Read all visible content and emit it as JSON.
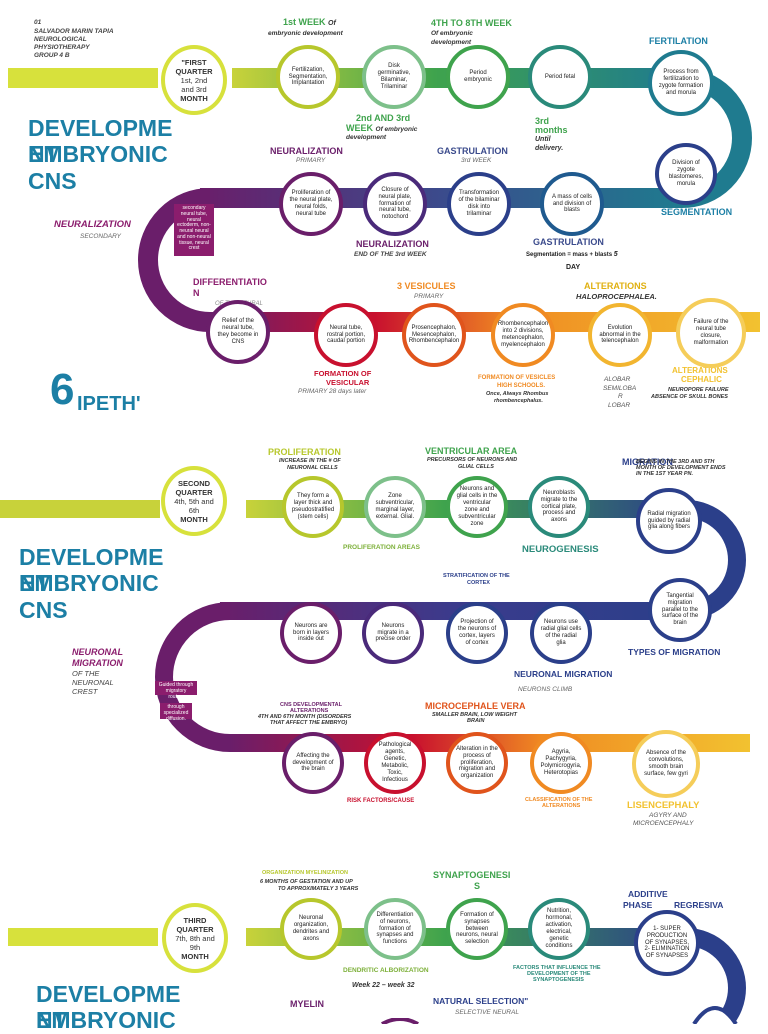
{
  "header": {
    "line1": "01",
    "line2": "SALVADOR MARIN TAPIA",
    "line3": "NEUROLOGICAL",
    "line4": "PHYSIOTHERAPY",
    "line5": "GROUP 4 B"
  },
  "colors": {
    "lime": "#b7c72c",
    "green": "#3fa34d",
    "teal": "#1f7b8f",
    "purple": "#6a1e6a",
    "magenta": "#8b1d6d",
    "red": "#c8102e",
    "orange": "#f08a22",
    "yellow": "#f2c230",
    "blue_title": "#1c7fa5"
  },
  "section1": {
    "title_a": "DEVELOPME",
    "title_b": "NT",
    "title_c": "EMBRYONIC",
    "title_d": "CNS",
    "quarter_l1": "\"FIRST",
    "quarter_l2": "QUARTER",
    "quarter_l3": "1st, 2nd",
    "quarter_l4": "and 3rd",
    "quarter_l5": "MONTH",
    "week1_title": "1st WEEK",
    "week1_suffix": "Of",
    "week1_sub": "embryonic development",
    "week48_title": "4TH TO 8TH WEEK",
    "week48_sub1": "Of embryonic",
    "week48_sub2": "development",
    "fert_label": "FERTILATION",
    "wk23_title1": "2nd AND 3rd",
    "wk23_title2": "WEEK",
    "wk23_sub1": "Of embryonic",
    "wk23_sub2": "development",
    "m3_title1": "3rd",
    "m3_title2": "months",
    "m3_sub1": "Until",
    "m3_sub2": "delivery.",
    "neur_primary": "NEURALIZATION",
    "neur_primary_sub": "PRIMARY",
    "gastr_title": "GASTRULATION",
    "gastr_sub": "3rd WEEK",
    "segm_label": "SEGMENTATION",
    "neur_secondary": "NEURALIZATION",
    "neur_secondary_sub": "SECONDARY",
    "neur_end": "NEURALIZATION",
    "neur_end_sub": "END OF THE 3rd WEEK",
    "gastr2_title": "GASTRULATION",
    "gastr2_sub": "Segmentation = mass + blasts",
    "gastr2_num": "5",
    "gastr2_day": "DAY",
    "sec_box": "secondary neural tube, neural ectoderm, non-neural neural and non-neural tissue, neural crest",
    "diff_title1": "DIFFERENTIATIO",
    "diff_title2": "N",
    "diff_sub": "OF THE NEURAL",
    "ves3_title": "3 VESICULES",
    "ves3_sub": "PRIMARY",
    "alt_title": "ALTERATIONS",
    "alt_sub": "HALOPROCEPHALEA.",
    "form_ves1": "FORMATION OF",
    "form_ves2": "VESICULAR",
    "form_ves3": "PRIMARY 28 days later",
    "form_high1": "FORMATION OF VESICLES",
    "form_high2": "HIGH SCHOOLS.",
    "form_high3": "Once, Always Rhombus",
    "form_high4": "rhombencephalus.",
    "alobar1": "ALOBAR",
    "alobar2": "SEMILOBA",
    "alobar3": "R",
    "alobar4": "LOBAR",
    "altc1": "ALTERATIONS",
    "altc2": "CEPHALIC",
    "altc3": "NEUROPORE FAILURE",
    "altc4": "ABSENCE OF SKULL BONES",
    "six": "6",
    "ipeth": "IPETH'",
    "n1": "Fertilization, Segmentation, Implantation",
    "n2": "Disk germinative, Bilaminar, Trilaminar",
    "n3": "Period embryonic",
    "n4": "Period fetal",
    "n5": "Process from fertilization to zygote formation and morula",
    "n6": "Division of zygote blastomeres, morula",
    "n7": "Proliferation of the neural plate, neural folds, neural tube",
    "n8": "Closure of neural plate, formation of neural tube, notochord",
    "n9": "Transformation of the bilaminar disk into trilaminar",
    "n10": "A mass of cells and division of blasts",
    "n11": "Relief of the neural tube, they become in CNS",
    "n12": "Neural tube, rostral portion, caudal portion",
    "n13": "Prosencephalon, Mesencephalon, Rhombencephalon",
    "n14": "Rhombencephalon into 2 divisions, metencephalon, myelencephalon",
    "n15": "Evolution abnormal in the telencephalon",
    "n16": "Failure of the neural tube closure, malformation"
  },
  "section2": {
    "title_a": "DEVELOPME",
    "title_b": "NT",
    "title_c": "EMBRYONIC",
    "title_d": "CNS",
    "quarter_l1": "SECOND",
    "quarter_l2": "QUARTER",
    "quarter_l3": "4th, 5th and",
    "quarter_l4": "6th",
    "quarter_l5": "MONTH",
    "prolif_title": "PROLIFERATION",
    "prolif_sub1": "INCREASE IN THE # OF",
    "prolif_sub2": "NEURONAL CELLS",
    "vent_title": "VENTRICULAR AREA",
    "vent_sub1": "PRECURSORS OF NEURONS AND",
    "vent_sub2": "GLIAL CELLS",
    "migr_title": "MIGRATION",
    "migr_sub": "BEGINS IN THE 3RD AND 5TH MONTH OF DEVELOPMENT ENDS IN THE 1ST YEAR PN.",
    "prolif_areas": "PROLIFERATION AREAS",
    "neurogenesis": "NEUROGENESIS",
    "strat1": "STRATIFICATION OF THE",
    "strat2": "CORTEX",
    "types_migr": "TYPES OF MIGRATION",
    "neuronal_migr": "NEURONAL MIGRATION",
    "neurons_climb": "NEURONS CLIMB",
    "nm1": "NEURONAL",
    "nm2": "MIGRATION",
    "nm3": "OF THE",
    "nm4": "NEURONAL",
    "nm5": "CREST",
    "box1": "Guided through migratory routes.",
    "box2": "through specialized diffusion.",
    "cns_alt1": "CNS DEVELOPMENTAL",
    "cns_alt2": "ALTERATIONS",
    "cns_alt3": "4TH AND 6TH MONTH (DISORDERS",
    "cns_alt4": "THAT AFFECT THE EMBRYO)",
    "micro_title": "MICROCEPHALE VERA",
    "micro_sub1": "SMALLER BRAIN, LOW WEIGHT",
    "micro_sub2": "BRAIN",
    "risk": "RISK FACTORS/CAUSE",
    "class1": "CLASSIFICATION OF THE",
    "class2": "ALTERATIONS",
    "lis_title": "LISENCEPHALY",
    "lis_sub1": "AGYRY AND",
    "lis_sub2": "MICROENCEPHALY",
    "pt": "pt",
    "n1": "They form a layer thick and pseudostratified (stem cells)",
    "n2": "Zone subventricular, marginal layer, external. Glial.",
    "n3": "Neurons and glial cells in the ventricular zone and subventricular zone",
    "n4": "Neuroblasts migrate to the cortical plate, process and axons",
    "n5": "Radial migration guided by radial glia along fibers",
    "n6": "Tangential migration parallel to the surface of the brain",
    "n7": "Neurons are born in layers inside out",
    "n8": "Neurons migrate in a precise order",
    "n9": "Projection of the neurons of cortex, layers of cortex",
    "n10": "Neurons use radial glial cells of the radial glia",
    "n11": "Affecting the development of the brain",
    "n12": "Pathological agents, Genetic, Metabolic, Toxic, Infectious",
    "n13": "Alteration in the process of proliferation, migration and organization",
    "n14": "Agyria, Pachygyria, Polymicrogyria, Heterotopias",
    "n15": "Absence of the convolutions, smooth brain surface, few gyri"
  },
  "section3": {
    "title_a": "DEVELOPME",
    "title_b": "NT",
    "title_c": "EMBRYONIC",
    "quarter_l1": "THIRD",
    "quarter_l2": "QUARTER",
    "quarter_l3": "7th, 8th and",
    "quarter_l4": "9th",
    "quarter_l5": "MONTH",
    "org_title": "ORGANIZATION MYELINIZATION",
    "org_sub1": "6 MONTHS OF GESTATION AND UP",
    "org_sub2": "TO APPROXIMATELY 3 YEARS",
    "syn_title1": "SYNAPTOGENESI",
    "syn_title2": "S",
    "additive1": "ADDITIVE",
    "additive2": "PHASE",
    "regressive": "REGRESIVA",
    "dendritic": "DENDRITIC ALBORIZATION",
    "factors1": "FACTORS THAT INFLUENCE THE",
    "factors2": "DEVELOPMENT OF THE",
    "factors3": "SYNAPTOGENESIS",
    "week": "Week 22 – week 32",
    "myelin": "MYELIN",
    "natural": "NATURAL SELECTION\"",
    "selective": "SELECTIVE NEURAL",
    "n1": "Neuronal organization, dendrites and axons",
    "n2": "Differentiation of neurons, formation of synapses and functions",
    "n3": "Formation of synapses between neurons, neural selection",
    "n4": "Nutrition, hormonal, activation, electrical, genetic conditions",
    "n5": "1- SUPER PRODUCTION OF SYNAPSES, 2- ELIMINATION OF SYNAPSES"
  }
}
